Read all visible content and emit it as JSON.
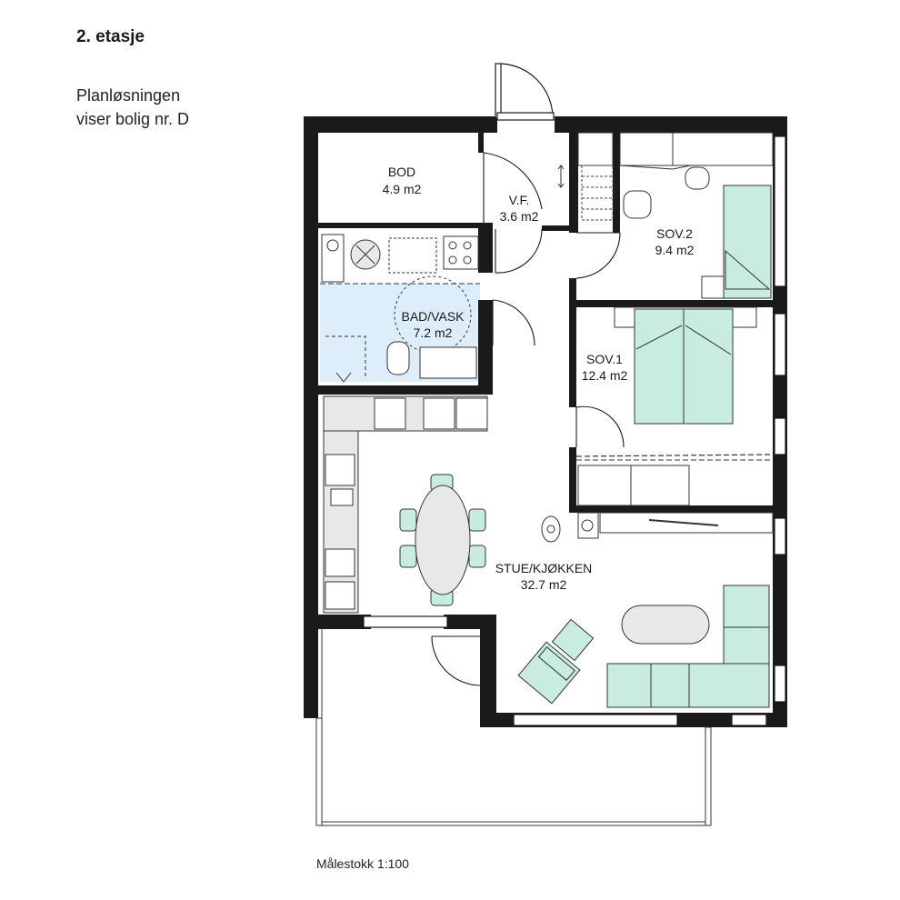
{
  "heading": {
    "floor": "2. etasje",
    "line1": "Planløsningen",
    "line2": "viser bolig nr. D"
  },
  "rooms": [
    {
      "key": "bod",
      "name": "BOD",
      "area": "4.9 m2"
    },
    {
      "key": "vf",
      "name": "V.F.",
      "area": "3.6 m2"
    },
    {
      "key": "sov2",
      "name": "SOV.2",
      "area": "9.4 m2"
    },
    {
      "key": "bad",
      "name": "BAD/VASK",
      "area": "7.2 m2"
    },
    {
      "key": "sov1",
      "name": "SOV.1",
      "area": "12.4 m2"
    },
    {
      "key": "stue",
      "name": "STUE/KJØKKEN",
      "area": "32.7 m2"
    }
  ],
  "footer": {
    "scale": "Målestokk 1:100"
  },
  "colors": {
    "wall": "#1a1a1a",
    "furniture_fill": "#c8ecdf",
    "bathroom_fill": "#ddeefa",
    "fixture_fill": "#e8e8e8",
    "line": "#333333"
  }
}
